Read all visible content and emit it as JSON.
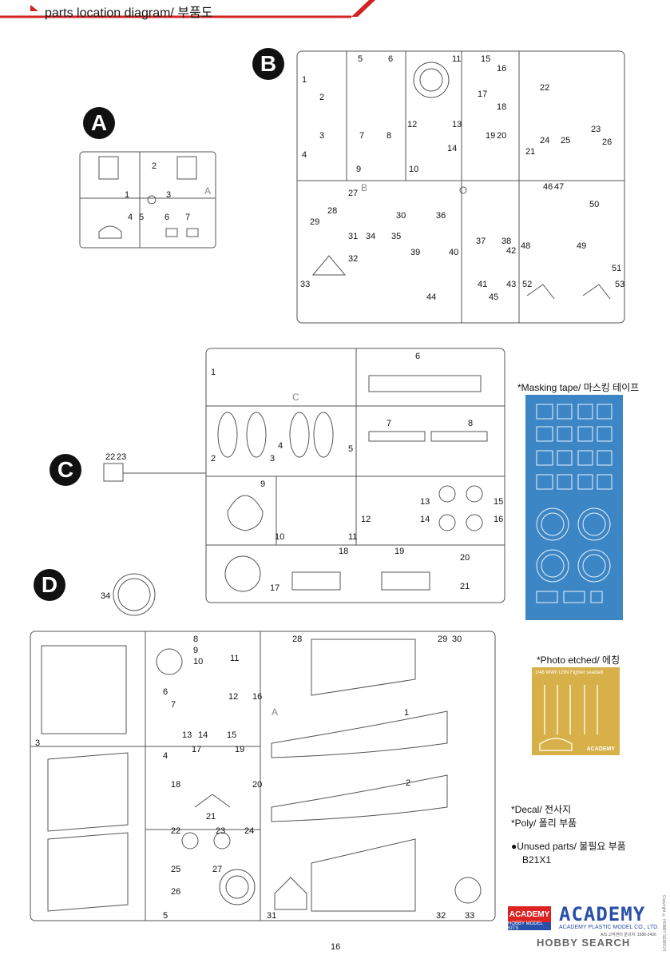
{
  "header": {
    "title": "parts location diagram/ 부품도"
  },
  "sprues": {
    "A": {
      "badge": "A",
      "cast_letter": "A"
    },
    "B": {
      "badge": "B",
      "cast_letter": "B"
    },
    "C": {
      "badge": "C",
      "cast_letter": "C"
    },
    "D": {
      "badge": "D"
    },
    "E": {
      "cast_letter": "A"
    }
  },
  "part_numbers": {
    "A": [
      "1",
      "2",
      "3",
      "4",
      "5",
      "6",
      "7"
    ],
    "B": [
      "1",
      "2",
      "3",
      "4",
      "5",
      "6",
      "7",
      "8",
      "9",
      "10",
      "11",
      "12",
      "13",
      "14",
      "15",
      "16",
      "17",
      "18",
      "19",
      "20",
      "21",
      "22",
      "23",
      "24",
      "25",
      "26",
      "27",
      "28",
      "29",
      "30",
      "31",
      "32",
      "33",
      "34",
      "35",
      "36",
      "37",
      "38",
      "39",
      "40",
      "41",
      "42",
      "43",
      "44",
      "45",
      "46",
      "47",
      "48",
      "49",
      "50",
      "51",
      "52",
      "53"
    ],
    "C": [
      "1",
      "2",
      "3",
      "4",
      "5",
      "6",
      "7",
      "8",
      "9",
      "10",
      "11",
      "12",
      "13",
      "14",
      "15",
      "16",
      "17",
      "18",
      "19",
      "20",
      "21",
      "22",
      "23"
    ],
    "D": [
      "34"
    ],
    "E": [
      "1",
      "2",
      "3",
      "4",
      "5",
      "6",
      "7",
      "8",
      "9",
      "10",
      "11",
      "12",
      "13",
      "14",
      "15",
      "16",
      "17",
      "18",
      "19",
      "20",
      "21",
      "22",
      "23",
      "24",
      "25",
      "26",
      "27",
      "28",
      "29",
      "30",
      "31",
      "32",
      "33"
    ]
  },
  "masking": {
    "label": "*Masking tape/ 마스킹 테이프"
  },
  "photo_etched": {
    "label": "*Photo etched/ 에칭",
    "plate_title": "1/48 WWII USN Fighter seatbelt",
    "plate_mark": "ACADEMY"
  },
  "notes": {
    "decal": "*Decal/ 전사지",
    "poly": "*Poly/ 폴리 부품",
    "unused_label": "●Unused parts/ 불필요 부품",
    "unused_value": "B21X1"
  },
  "footer": {
    "logo_top": "ACADEMY",
    "logo_bottom": "HOBBY MODEL KITS",
    "brand": "ACADEMY",
    "brand_sub": "ACADEMY PLASTIC MODEL CO., LTD.",
    "contact": "A/S 고객센터 문의처: 1588-2406",
    "page_number": "16",
    "watermark": "HOBBY SEARCH",
    "side_copyright": "Copyright © HOBBY SEARCH"
  },
  "colors": {
    "accent_red": "#d22222",
    "masking_blue": "#3d86c6",
    "etched_gold": "#d8b04a",
    "brand_blue": "#2a4fa8"
  }
}
